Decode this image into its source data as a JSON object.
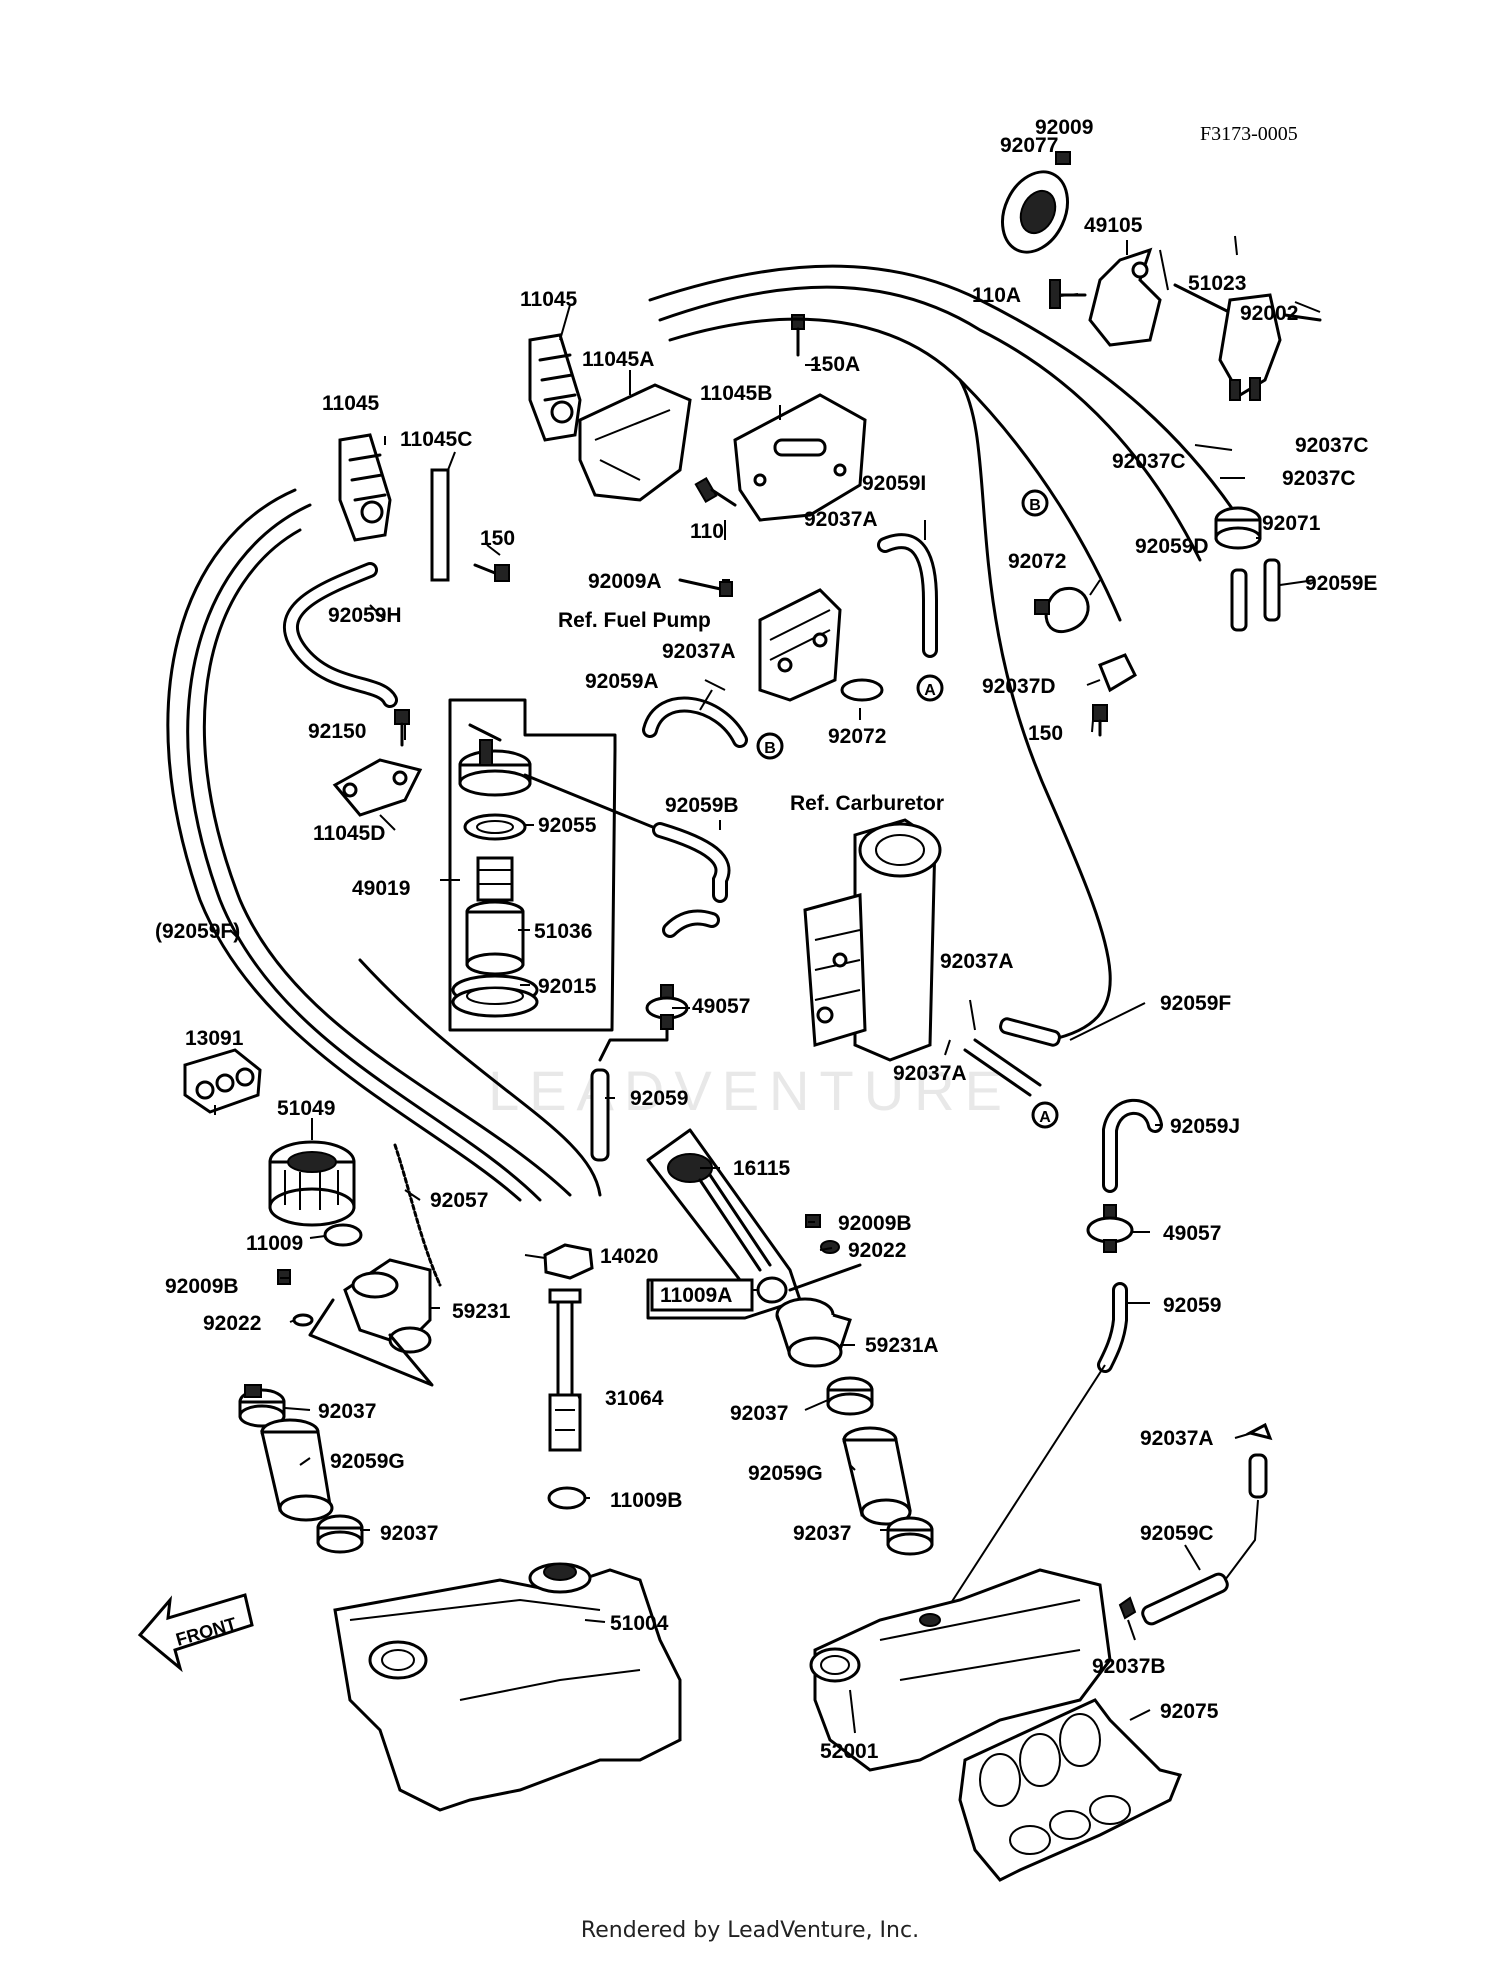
{
  "diagram_code": "F3173-0005",
  "footer": "Rendered by LeadVenture, Inc.",
  "watermark": "LEADVENTURE",
  "front_arrow_label": "FRONT",
  "refs": {
    "fuel_pump": "Ref. Fuel Pump",
    "carburetor": "Ref. Carburetor"
  },
  "callout_markers": {
    "A": "A",
    "B": "B"
  },
  "labels": [
    {
      "id": "p92077",
      "text": "92077"
    },
    {
      "id": "p92009",
      "text": "92009"
    },
    {
      "id": "p49105",
      "text": "49105"
    },
    {
      "id": "p110A",
      "text": "110A"
    },
    {
      "id": "p51023",
      "text": "51023"
    },
    {
      "id": "p92002",
      "text": "92002"
    },
    {
      "id": "p11045a",
      "text": "11045"
    },
    {
      "id": "p11045A",
      "text": "11045A"
    },
    {
      "id": "p150A",
      "text": "150A"
    },
    {
      "id": "p11045B",
      "text": "11045B"
    },
    {
      "id": "p11045b",
      "text": "11045"
    },
    {
      "id": "p11045C",
      "text": "11045C"
    },
    {
      "id": "p150a",
      "text": "150"
    },
    {
      "id": "p92059H",
      "text": "92059H"
    },
    {
      "id": "p110",
      "text": "110"
    },
    {
      "id": "p92037A_1",
      "text": "92037A"
    },
    {
      "id": "p92059I",
      "text": "92059I"
    },
    {
      "id": "p92037C_1",
      "text": "92037C"
    },
    {
      "id": "p92037C_2",
      "text": "92037C"
    },
    {
      "id": "p92037C_3",
      "text": "92037C"
    },
    {
      "id": "p92071",
      "text": "92071"
    },
    {
      "id": "p92059D",
      "text": "92059D"
    },
    {
      "id": "p92072_1",
      "text": "92072"
    },
    {
      "id": "p92059E",
      "text": "92059E"
    },
    {
      "id": "p92009A",
      "text": "92009A"
    },
    {
      "id": "p92037A_2",
      "text": "92037A"
    },
    {
      "id": "p92059A",
      "text": "92059A"
    },
    {
      "id": "p92072_2",
      "text": "92072"
    },
    {
      "id": "p92037D",
      "text": "92037D"
    },
    {
      "id": "p150b",
      "text": "150"
    },
    {
      "id": "p92150",
      "text": "92150"
    },
    {
      "id": "p11045D",
      "text": "11045D"
    },
    {
      "id": "p92055",
      "text": "92055"
    },
    {
      "id": "p92059B",
      "text": "92059B"
    },
    {
      "id": "p49019",
      "text": "49019"
    },
    {
      "id": "p51036",
      "text": "51036"
    },
    {
      "id": "p92059Fp",
      "text": "(92059F)"
    },
    {
      "id": "p92015",
      "text": "92015"
    },
    {
      "id": "p49057_1",
      "text": "49057"
    },
    {
      "id": "p92037A_3",
      "text": "92037A"
    },
    {
      "id": "p92059F",
      "text": "92059F"
    },
    {
      "id": "p13091",
      "text": "13091"
    },
    {
      "id": "p92037A_4",
      "text": "92037A"
    },
    {
      "id": "p92059_1",
      "text": "92059"
    },
    {
      "id": "p51049",
      "text": "51049"
    },
    {
      "id": "p92059J",
      "text": "92059J"
    },
    {
      "id": "p16115",
      "text": "16115"
    },
    {
      "id": "p92057",
      "text": "92057"
    },
    {
      "id": "p49057_2",
      "text": "49057"
    },
    {
      "id": "p92009B_1",
      "text": "92009B"
    },
    {
      "id": "p11009",
      "text": "11009"
    },
    {
      "id": "p14020",
      "text": "14020"
    },
    {
      "id": "p92022_1",
      "text": "92022"
    },
    {
      "id": "p92009B_2",
      "text": "92009B"
    },
    {
      "id": "p11009A",
      "text": "11009A"
    },
    {
      "id": "p92059_2",
      "text": "92059"
    },
    {
      "id": "p92022_2",
      "text": "92022"
    },
    {
      "id": "p59231",
      "text": "59231"
    },
    {
      "id": "p59231A",
      "text": "59231A"
    },
    {
      "id": "p31064",
      "text": "31064"
    },
    {
      "id": "p92037_1",
      "text": "92037"
    },
    {
      "id": "p92037_2",
      "text": "92037"
    },
    {
      "id": "p92037A_5",
      "text": "92037A"
    },
    {
      "id": "p92059G_1",
      "text": "92059G"
    },
    {
      "id": "p92059G_2",
      "text": "92059G"
    },
    {
      "id": "p11009B",
      "text": "11009B"
    },
    {
      "id": "p92037_3",
      "text": "92037"
    },
    {
      "id": "p92037_4",
      "text": "92037"
    },
    {
      "id": "p92059C",
      "text": "92059C"
    },
    {
      "id": "p51004",
      "text": "51004"
    },
    {
      "id": "p92037B",
      "text": "92037B"
    },
    {
      "id": "p92075",
      "text": "92075"
    },
    {
      "id": "p52001",
      "text": "52001"
    }
  ]
}
